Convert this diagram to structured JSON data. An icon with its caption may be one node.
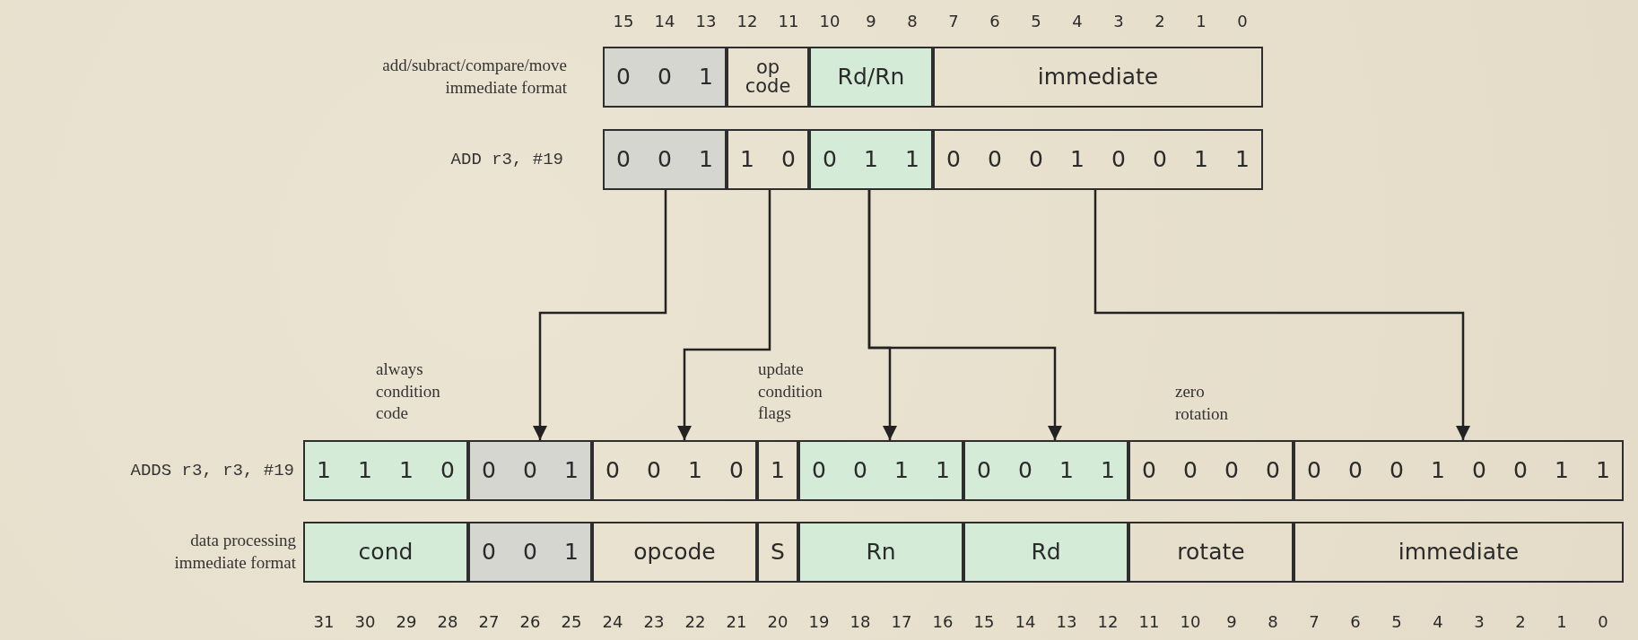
{
  "diagram": {
    "nodes": [
      {
        "text": [
          "0 0 1"
        ]
      },
      {
        "text": [
          "op code"
        ]
      },
      {
        "text": [
          "Rd/Rn"
        ]
      },
      {
        "text": [
          "immediate"
        ]
      },
      {
        "text": [
          "0 0 1"
        ]
      },
      {
        "text": [
          "1 0"
        ]
      },
      {
        "text": [
          "0 1 1"
        ]
      },
      {
        "text": [
          "0 0 0 1 0 0 1 1"
        ]
      },
      {
        "text": [
          "1 1 1 0"
        ]
      },
      {
        "text": [
          "0 0 1"
        ]
      },
      {
        "text": [
          "0 0 1 0"
        ]
      },
      {
        "text": [
          "1"
        ]
      },
      {
        "text": [
          "0 0 1 1"
        ]
      },
      {
        "text": [
          "0 0 1 1"
        ]
      },
      {
        "text": [
          "0 0 0 0"
        ]
      },
      {
        "text": [
          "0 0 0 1 0 0 1 1"
        ]
      },
      {
        "text": [
          "cond"
        ]
      },
      {
        "text": [
          "0 0 1"
        ]
      },
      {
        "text": [
          "opcode"
        ]
      },
      {
        "text": [
          "S"
        ]
      },
      {
        "text": [
          "Rn"
        ]
      },
      {
        "text": [
          "Rd"
        ]
      },
      {
        "text": [
          "rotate"
        ]
      },
      {
        "text": [
          "immediate"
        ]
      }
    ],
    "edges": [
      {
        "from": 4,
        "to": 9,
        "arrow": "to"
      },
      {
        "from": 5,
        "to": 10,
        "arrow": "to"
      },
      {
        "from": 6,
        "to": 12,
        "arrow": "to"
      },
      {
        "from": 6,
        "to": 13,
        "arrow": "to"
      },
      {
        "from": 7,
        "to": 15,
        "arrow": "to"
      }
    ],
    "labels": [
      "15",
      "14",
      "13",
      "12",
      "11",
      "10",
      "9",
      "8",
      "7",
      "6",
      "5",
      "4",
      "3",
      "2",
      "1",
      "0",
      "add/subract/compare/move immediate format",
      "ADD r3, #19",
      "always condition code",
      "update condition flags",
      "zero rotation",
      "ADDS r3, r3, #19",
      "data processing immediate format",
      "31",
      "30",
      "29",
      "28",
      "27",
      "26",
      "25",
      "24",
      "23",
      "22",
      "21",
      "20",
      "19",
      "18",
      "17",
      "16",
      "15",
      "14",
      "13",
      "12",
      "11",
      "10",
      "9",
      "8",
      "7",
      "6",
      "5",
      "4",
      "3",
      "2",
      "1",
      "0"
    ]
  }
}
